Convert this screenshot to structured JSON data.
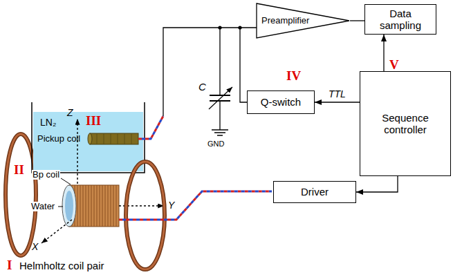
{
  "diagram": {
    "nodes": [
      {
        "text": [
          "Preamplifier"
        ]
      },
      {
        "text": [
          "Data sampling"
        ]
      },
      {
        "text": [
          "Q-switch"
        ]
      },
      {
        "text": [
          "Sequence controller"
        ]
      },
      {
        "text": [
          "Driver"
        ]
      }
    ],
    "edges": [
      {
        "from": 0,
        "to": 1,
        "arrow": "none"
      },
      {
        "from": 3,
        "to": 1,
        "arrow": "to"
      },
      {
        "from": 3,
        "to": 2,
        "arrow": "to",
        "label": "TTL"
      },
      {
        "from": 3,
        "to": 4,
        "arrow": "to"
      }
    ],
    "labels": [
      "I",
      "Helmholtz coil pair",
      "II",
      "Bp coil",
      "Water",
      "X",
      "Y",
      "Z",
      "LN₂",
      "III",
      "Pickup coil",
      "C",
      "GND",
      "IV",
      "V"
    ]
  }
}
